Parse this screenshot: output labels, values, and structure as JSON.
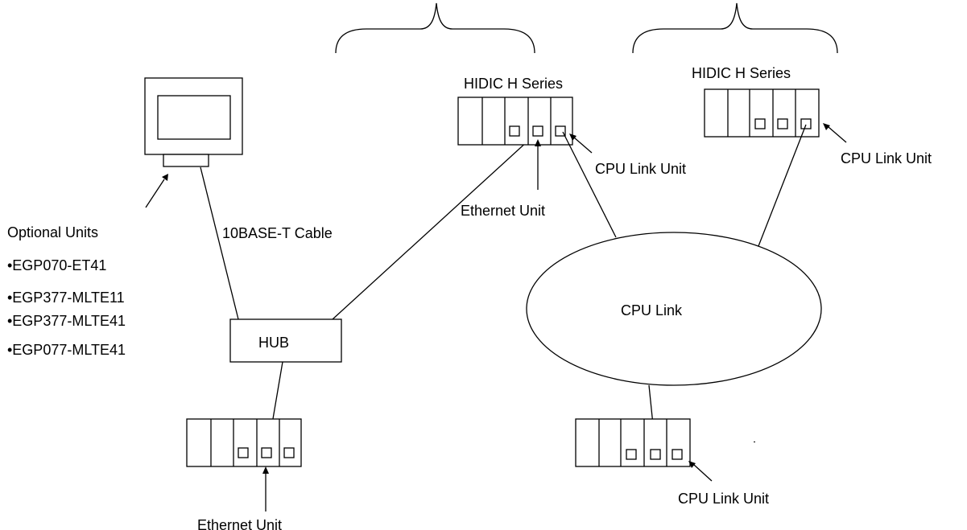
{
  "labels": {
    "hidic_h_series_1": "HIDIC H Series",
    "hidic_h_series_2": "HIDIC H Series",
    "cpu_link_unit_1": "CPU Link Unit",
    "cpu_link_unit_2": "CPU Link Unit",
    "cpu_link_unit_3": "CPU Link Unit",
    "ethernet_unit_top": "Ethernet Unit",
    "ethernet_unit_bottom": "Ethernet Unit",
    "cable": "10BASE-T Cable",
    "hub": "HUB",
    "cpu_link": "CPU Link",
    "optional_units_title": "Optional Units"
  },
  "optional_units": [
    "•EGP070-ET41",
    "•EGP377-MLTE11",
    "•EGP377-MLTE41",
    "•EGP077-MLTE41"
  ]
}
